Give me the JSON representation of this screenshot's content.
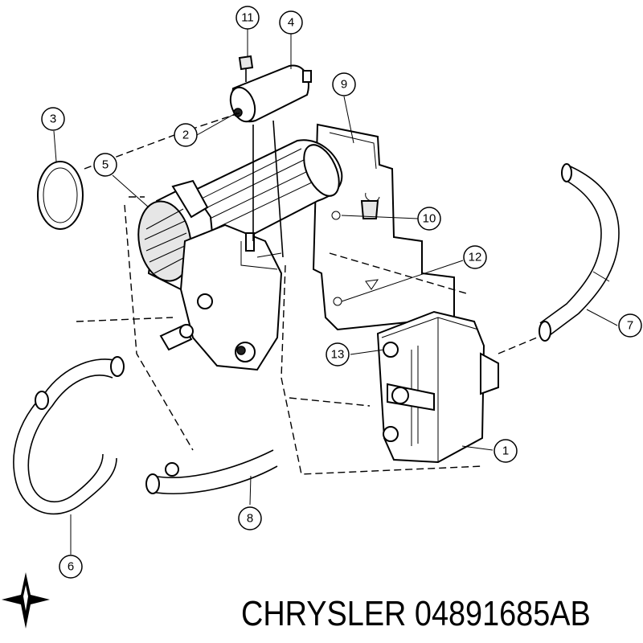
{
  "callouts": [
    {
      "id": "11",
      "label": "11"
    },
    {
      "id": "4",
      "label": "4"
    },
    {
      "id": "9",
      "label": "9"
    },
    {
      "id": "3",
      "label": "3"
    },
    {
      "id": "2",
      "label": "2"
    },
    {
      "id": "5",
      "label": "5"
    },
    {
      "id": "10",
      "label": "10"
    },
    {
      "id": "12",
      "label": "12"
    },
    {
      "id": "7",
      "label": "7"
    },
    {
      "id": "13",
      "label": "13"
    },
    {
      "id": "1",
      "label": "1"
    },
    {
      "id": "8",
      "label": "8"
    },
    {
      "id": "6",
      "label": "6"
    }
  ],
  "caption": {
    "text": "CHRYSLER 04891685AB"
  },
  "logo": {
    "icon": "chrysler-star-logo-icon"
  }
}
